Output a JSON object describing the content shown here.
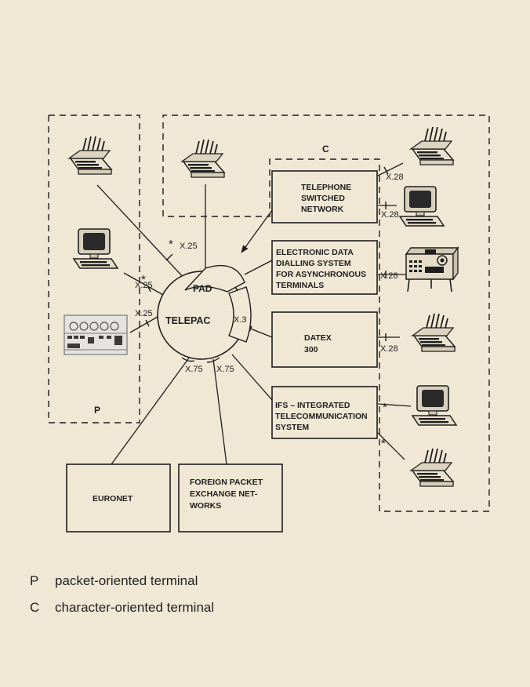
{
  "diagram": {
    "group_labels": {
      "character": "C",
      "packet": "P"
    },
    "hub": {
      "name": "TELEPAC",
      "pad": "PAD",
      "x3": "X.3"
    },
    "boxes": {
      "tsn": [
        "TELEPHONE",
        "SWITCHED",
        "NETWORK"
      ],
      "eds": [
        "ELECTRONIC DATA",
        "DIALLING SYSTEM",
        "FOR ASYNCHRONOUS",
        "TERMINALS"
      ],
      "datex": [
        "DATEX",
        "300"
      ],
      "ifs": [
        "IFS – INTEGRATED",
        "TELECOMMUNICATION",
        "SYSTEM"
      ],
      "euronet": [
        "EURONET"
      ],
      "foreign": [
        "FOREIGN PACKET",
        "EXCHANGE NET-",
        "WORKS"
      ]
    },
    "interfaces": {
      "x25_printer": "X.25",
      "x25_terminal": "X.25",
      "x25_computer": "X.25",
      "x75_left": "X.75",
      "x75_right": "X.75",
      "x28_tsn_printer": "X.28",
      "x28_tsn_terminal": "X.28",
      "x28_eds": "X.28",
      "x28_datex": "X.28"
    },
    "marks": {
      "asterisk": "*"
    }
  },
  "legend": [
    {
      "code": "P",
      "text": "packet-oriented terminal"
    },
    {
      "code": "C",
      "text": "character-oriented terminal"
    }
  ],
  "icons": {
    "printer": "teleprinter-icon",
    "terminal": "video-terminal-icon",
    "computer": "computer-rack-icon",
    "console": "data-terminal-console-icon"
  },
  "colors": {
    "paper": "#f0e8d5",
    "ink": "#1e1e1e"
  }
}
